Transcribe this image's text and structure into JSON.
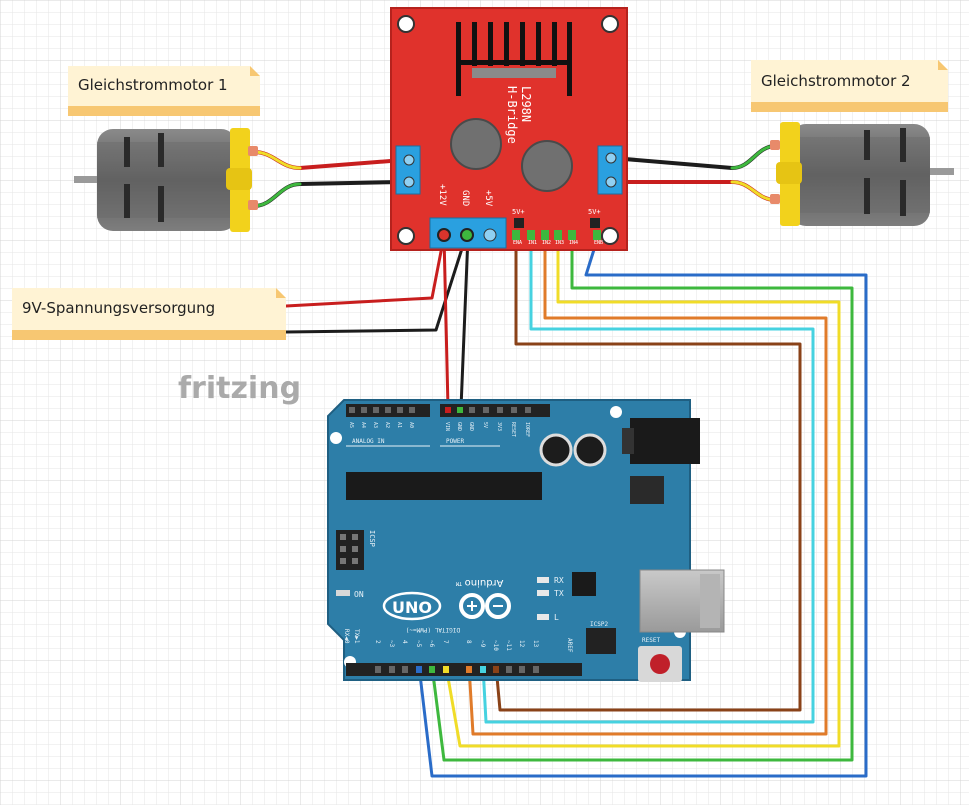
{
  "labels": {
    "motor1": "Gleichstrommotor 1",
    "motor2": "Gleichstrommotor 2",
    "power": "9V-Spannungsversorgung"
  },
  "watermark": "fritzing",
  "driver": {
    "chip_line1": "L298N",
    "chip_line2": "H-Bridge",
    "term_12v": "+12V",
    "term_gnd": "GND",
    "term_5v": "+5V",
    "jumper_left": "5V+",
    "jumper_right": "5V+",
    "pin_labels": [
      "ENA",
      "IN1",
      "IN2",
      "IN3",
      "IN4",
      "ENB"
    ]
  },
  "arduino": {
    "brand": "Arduino",
    "model": "UNO",
    "tm": "TM",
    "analog_in": "ANALOG IN",
    "power": "POWER",
    "digital": "DIGITAL (PWM=~)",
    "icsp": "ICSP",
    "icsp2": "ICSP2",
    "reset": "RESET",
    "on": "ON",
    "rx": "RX",
    "tx": "TX",
    "l": "L",
    "aref": "AREF",
    "txd": "TX▶1",
    "rxd": "RX◀0",
    "analog_pins": [
      "A5",
      "A4",
      "A3",
      "A2",
      "A1",
      "A0"
    ],
    "power_pins": [
      "VIN",
      "GND",
      "GND",
      "5V",
      "3V3",
      "RESET",
      "IOREF"
    ],
    "digital_pins": [
      "13",
      "12",
      "~11",
      "~10",
      "~9",
      "8",
      "7",
      "~6",
      "~5",
      "4",
      "~3",
      "2"
    ]
  },
  "colors": {
    "board_red": "#e0322c",
    "board_blue": "#2d7ea8",
    "wire_red": "#c81e1e",
    "wire_black": "#1c1c1c",
    "wire_brown": "#8a4218",
    "wire_cyan": "#46d2e0",
    "wire_orange": "#e07b2a",
    "wire_yellow": "#f0dc28",
    "wire_green": "#3eb83e",
    "wire_blue": "#2a6cc8",
    "note_bg": "#fff3d4"
  }
}
